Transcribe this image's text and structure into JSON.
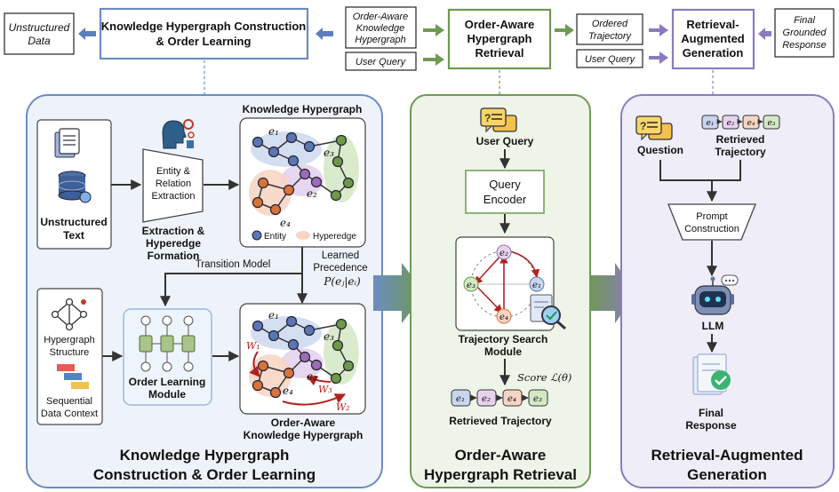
{
  "pipeline": {
    "unstructured_data": [
      "Unstructured",
      "Data"
    ],
    "step1": [
      "Knowledge Hypergraph Construction",
      "& Order Learning"
    ],
    "oakh": [
      "Order-Aware",
      "Knowledge",
      "Hypergraph"
    ],
    "user_query_1": "User Query",
    "step2": [
      "Order-Aware",
      "Hypergraph",
      "Retrieval"
    ],
    "ordered_trajectory": [
      "Ordered",
      "Trajectory"
    ],
    "user_query_2": "User Query",
    "step3": [
      "Retrieval-",
      "Augmented",
      "Generation"
    ],
    "final_response": [
      "Final",
      "Grounded",
      "Response"
    ]
  },
  "panel1": {
    "unstructured_text": [
      "Unstructured",
      "Text"
    ],
    "extraction_box": [
      "Entity &",
      "Relation",
      "Extraction"
    ],
    "extraction_caption": [
      "Extraction &",
      "Hyperedge",
      "Formation"
    ],
    "kh_title": "Knowledge Hypergraph",
    "legend_entity": "Entity",
    "legend_hyperedge": "Hyperedge",
    "transition_model": "Transition Model",
    "learned_precedence": [
      "Learned",
      "Precedence"
    ],
    "precedence_formula": "P(eⱼ|eᵢ)",
    "hypergraph_structure": [
      "Hypergraph",
      "Structure"
    ],
    "sequential_context": [
      "Sequential",
      "Data Context"
    ],
    "order_learning": [
      "Order Learning",
      "Module"
    ],
    "oakh_caption": [
      "Order-Aware",
      "Knowledge Hypergraph"
    ],
    "title": [
      "Knowledge Hypergraph",
      "Construction & Order Learning"
    ]
  },
  "panel2": {
    "user_query": "User Query",
    "query_encoder": [
      "Query",
      "Encoder"
    ],
    "trajectory_search": [
      "Trajectory Search",
      "Module"
    ],
    "score": "Score ℒ(θ)",
    "retrieved_trajectory": "Retrieved Trajectory",
    "title": [
      "Order-Aware",
      "Hypergraph Retrieval"
    ]
  },
  "panel3": {
    "question": "Question",
    "retrieved_trajectory": [
      "Retrieved",
      "Trajectory"
    ],
    "prompt_construction": [
      "Prompt",
      "Construction"
    ],
    "llm": "LLM",
    "final_response": [
      "Final",
      "Response"
    ],
    "title": [
      "Retrieval-Augmented",
      "Generation"
    ]
  },
  "entities": {
    "e1": "e₁",
    "e2": "e₂",
    "e3": "e₃",
    "e4": "e₄",
    "w1": "W₁",
    "w2": "W₂",
    "w3": "W₃"
  },
  "colors": {
    "blue_panel": "#6b8cc2",
    "blue_fill": "#eef2fa",
    "green_panel": "#6f9a52",
    "green_fill": "#eef5e8",
    "purple_panel": "#8a7bc0",
    "purple_fill": "#efedf8",
    "red_edge": "#b22222",
    "node_blue": "#5a76b5",
    "node_green": "#6c9a48",
    "node_orange": "#d8743a"
  }
}
